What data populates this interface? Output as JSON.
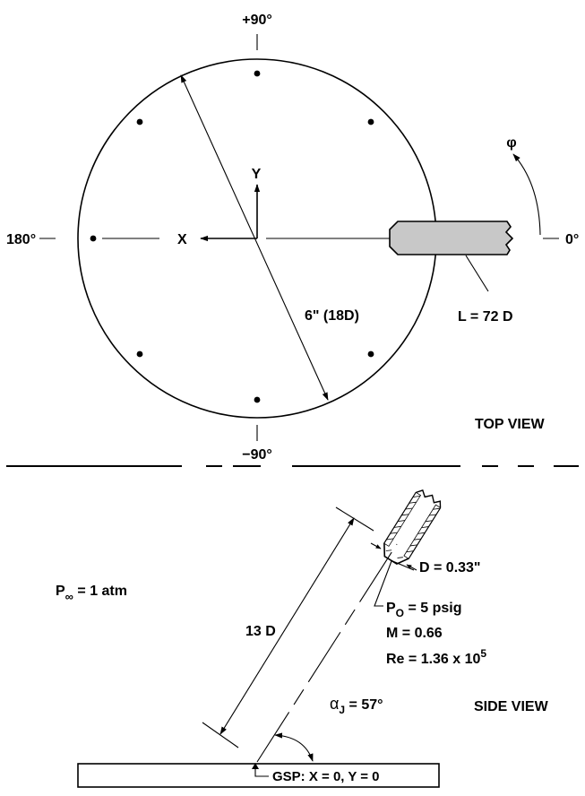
{
  "top_view": {
    "angle_top": "+90°",
    "angle_left": "180°",
    "angle_right": "0°",
    "angle_bottom": "−90°",
    "axis_x": "X",
    "axis_y": "Y",
    "phi": "φ",
    "radius": "6\" (18D)",
    "length": "L = 72 D",
    "view_label": "TOP VIEW"
  },
  "side_view": {
    "p_inf_main": "P",
    "p_inf_sub": "∞",
    "p_inf_rest": " = 1 atm",
    "standoff": "13 D",
    "diameter": "D = 0.33\"",
    "po_main": "P",
    "po_sub": "O",
    "po_rest": " = 5 psig",
    "mach": "M = 0.66",
    "re_main": "Re = 1.36 x 10",
    "re_exp": "5",
    "alpha_main": "α",
    "alpha_sub": "J",
    "alpha_rest": " = 57°",
    "gsp": "GSP:  X = 0, Y = 0",
    "view_label": "SIDE VIEW"
  }
}
